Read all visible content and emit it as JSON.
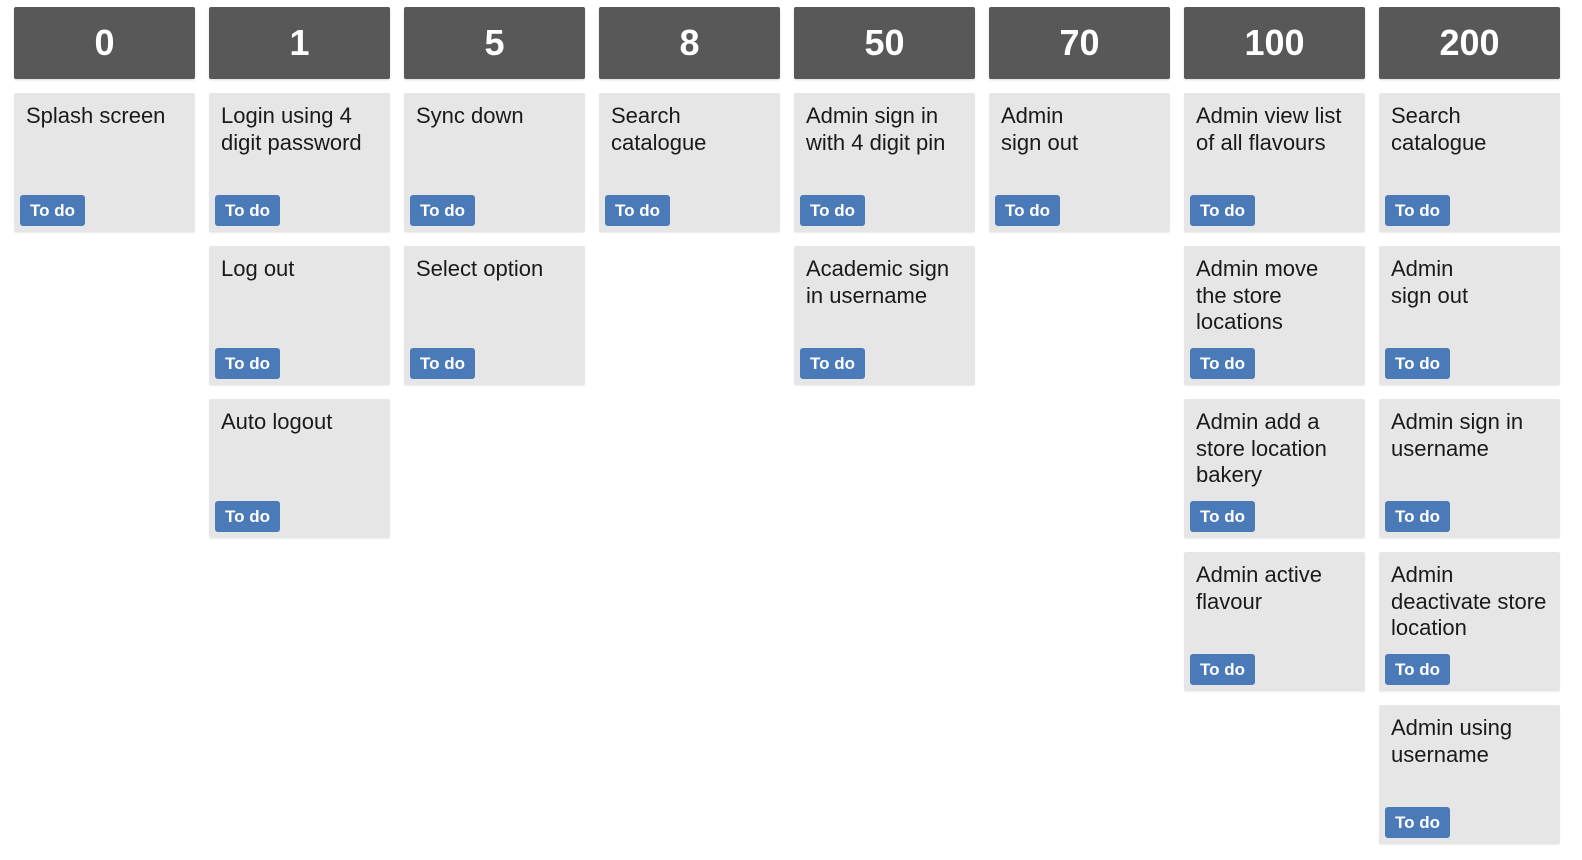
{
  "colors": {
    "header_bg": "#585858",
    "card_bg": "#e6e6e6",
    "badge_bg": "#4a7ab8"
  },
  "columns": [
    {
      "header": "0",
      "cards": [
        {
          "title": "Splash screen",
          "status": "To do"
        }
      ]
    },
    {
      "header": "1",
      "cards": [
        {
          "title": "Login using 4 digit password",
          "status": "To do"
        },
        {
          "title": "Log out",
          "status": "To do"
        },
        {
          "title": "Auto logout",
          "status": "To do"
        }
      ]
    },
    {
      "header": "5",
      "cards": [
        {
          "title": "Sync down",
          "status": "To do"
        },
        {
          "title": "Select option",
          "status": "To do"
        }
      ]
    },
    {
      "header": "8",
      "cards": [
        {
          "title": "Search catalogue",
          "status": "To do"
        }
      ]
    },
    {
      "header": "50",
      "cards": [
        {
          "title": "Admin sign in with 4 digit pin",
          "status": "To do"
        },
        {
          "title": "Academic sign in username",
          "status": "To do"
        }
      ]
    },
    {
      "header": "70",
      "cards": [
        {
          "title": "Admin sign out",
          "status": "To do"
        }
      ]
    },
    {
      "header": "100",
      "cards": [
        {
          "title": "Admin view list of all flavours",
          "status": "To do"
        },
        {
          "title": "Admin move the store locations",
          "status": "To do"
        },
        {
          "title": "Admin add a store location bakery",
          "status": "To do"
        },
        {
          "title": "Admin active flavour",
          "status": "To do"
        }
      ]
    },
    {
      "header": "200",
      "cards": [
        {
          "title": "Search catalogue",
          "status": "To do"
        },
        {
          "title": "Admin sign out",
          "status": "To do"
        },
        {
          "title": "Admin sign in username",
          "status": "To do"
        },
        {
          "title": "Admin deactivate store location",
          "status": "To do"
        },
        {
          "title": "Admin using username",
          "status": "To do"
        }
      ]
    }
  ]
}
